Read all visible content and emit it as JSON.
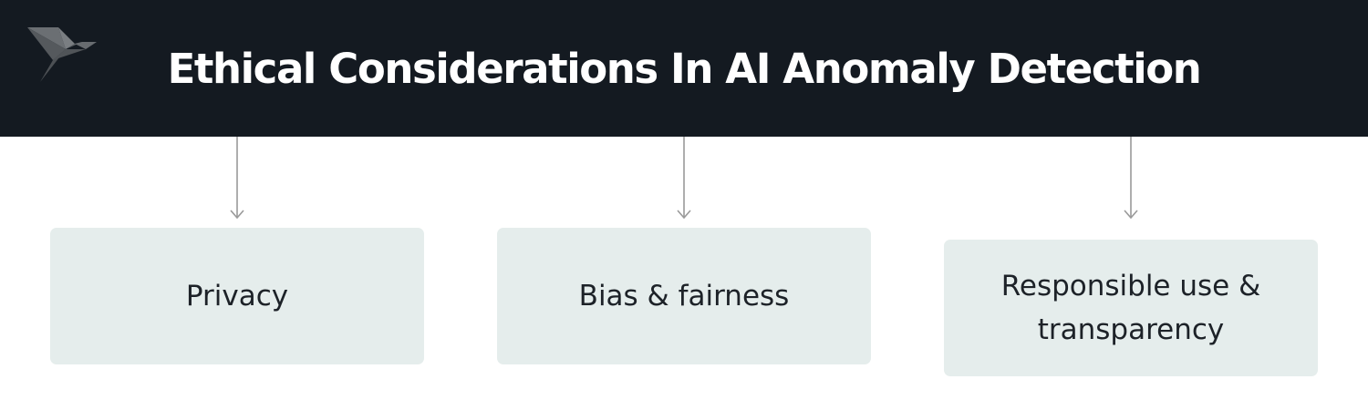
{
  "title": "Ethical Considerations In AI Anomaly Detection",
  "logo": {
    "icon": "bird-logo-icon",
    "color": "#5c6064"
  },
  "colors": {
    "header_background": "#141a21",
    "box_background": "#e5edec",
    "connector": "#9a9a9a",
    "text": "#1d2228"
  },
  "boxes": [
    {
      "label": "Privacy"
    },
    {
      "label": "Bias & fairness"
    },
    {
      "label": "Responsible use & transparency"
    }
  ]
}
